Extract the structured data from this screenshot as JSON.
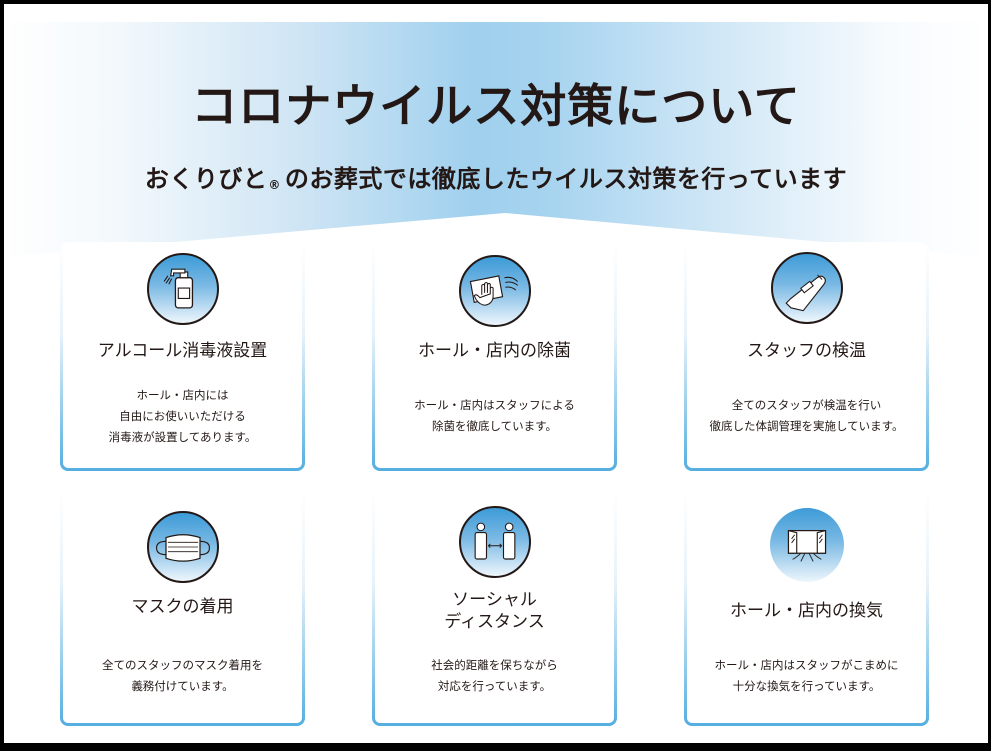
{
  "header": {
    "title": "コロナウイルス対策について",
    "subtitle_brand": "おくりびと",
    "subtitle_reg_mark": "®",
    "subtitle_rest": "のお葬式では徹底したウイルス対策を行っています"
  },
  "colors": {
    "accent_blue": "#3d9bd7",
    "text": "#231815",
    "frame": "#000000"
  },
  "cards": [
    {
      "icon": "sanitizer-bottle-icon",
      "title_lines": [
        "アルコール消毒液設置"
      ],
      "desc_lines": [
        "ホール・店内には",
        "自由にお使いいただける",
        "消毒液が設置してあります。"
      ]
    },
    {
      "icon": "wiping-hand-icon",
      "title_lines": [
        "ホール・店内の除菌"
      ],
      "desc_lines": [
        "ホール・店内はスタッフによる",
        "除菌を徹底しています。"
      ]
    },
    {
      "icon": "thermometer-icon",
      "title_lines": [
        "スタッフの検温"
      ],
      "desc_lines": [
        "全てのスタッフが検温を行い",
        "徹底した体調管理を実施しています。"
      ]
    },
    {
      "icon": "face-mask-icon",
      "title_lines": [
        "マスクの着用"
      ],
      "desc_lines": [
        "全てのスタッフのマスク着用を",
        "義務付けています。"
      ]
    },
    {
      "icon": "social-distance-icon",
      "title_lines": [
        "ソーシャル",
        "ディスタンス"
      ],
      "desc_lines": [
        "社会的距離を保ちながら",
        "対応を行っています。"
      ]
    },
    {
      "icon": "ventilation-window-icon",
      "title_lines": [
        "ホール・店内の換気"
      ],
      "desc_lines": [
        "ホール・店内はスタッフがこまめに",
        "十分な換気を行っています。"
      ]
    }
  ]
}
